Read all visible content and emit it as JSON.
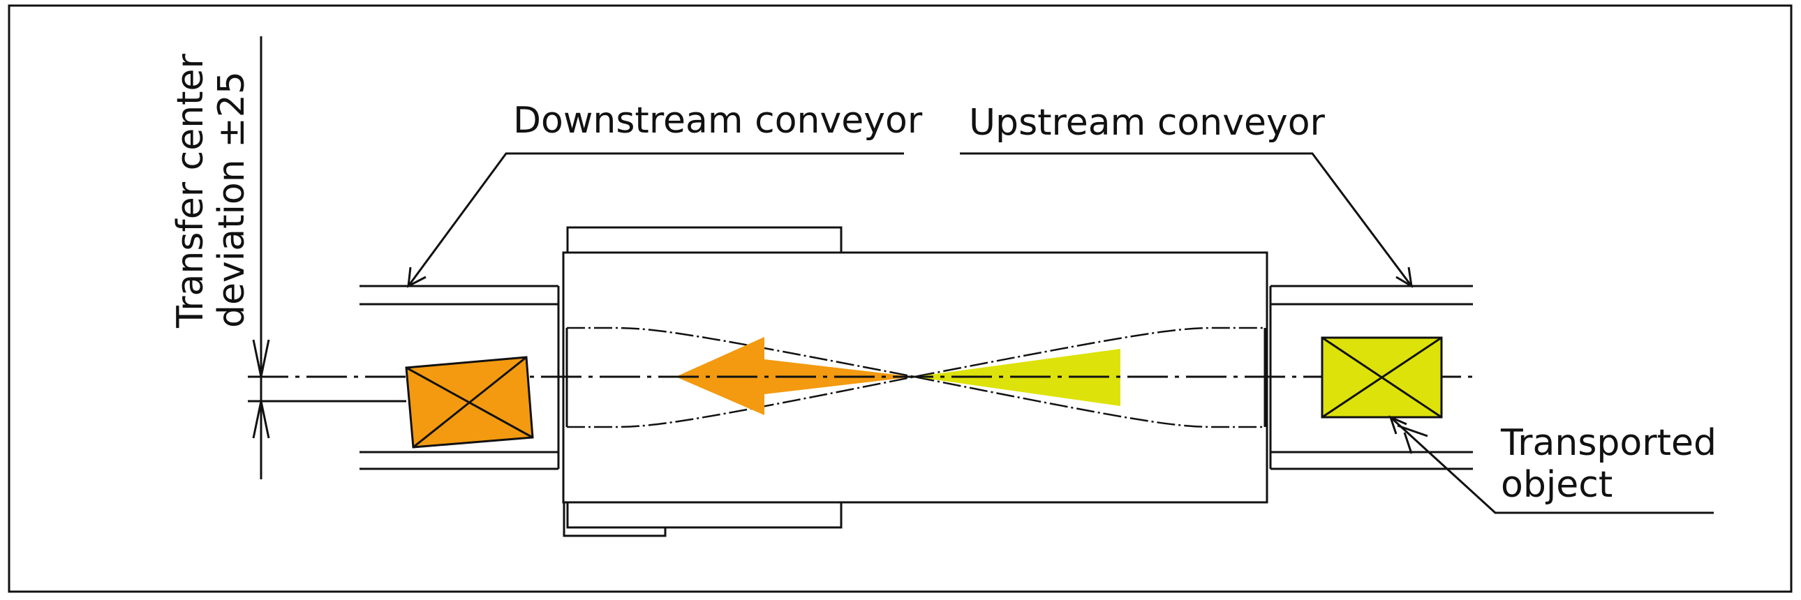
{
  "labels": {
    "downstream_conveyor": "Downstream conveyor",
    "upstream_conveyor": "Upstream conveyor",
    "transported_object_line1": "Transported",
    "transported_object_line2": "object",
    "deviation_line1": "Transfer center",
    "deviation_line2": "deviation ±25"
  },
  "colors": {
    "downstream_object": "#f39a10",
    "upstream_object": "#dde20a",
    "arrow_downstream": "#f39a10",
    "arrow_upstream": "#dde20a",
    "line": "#111111",
    "background": "#ffffff"
  }
}
